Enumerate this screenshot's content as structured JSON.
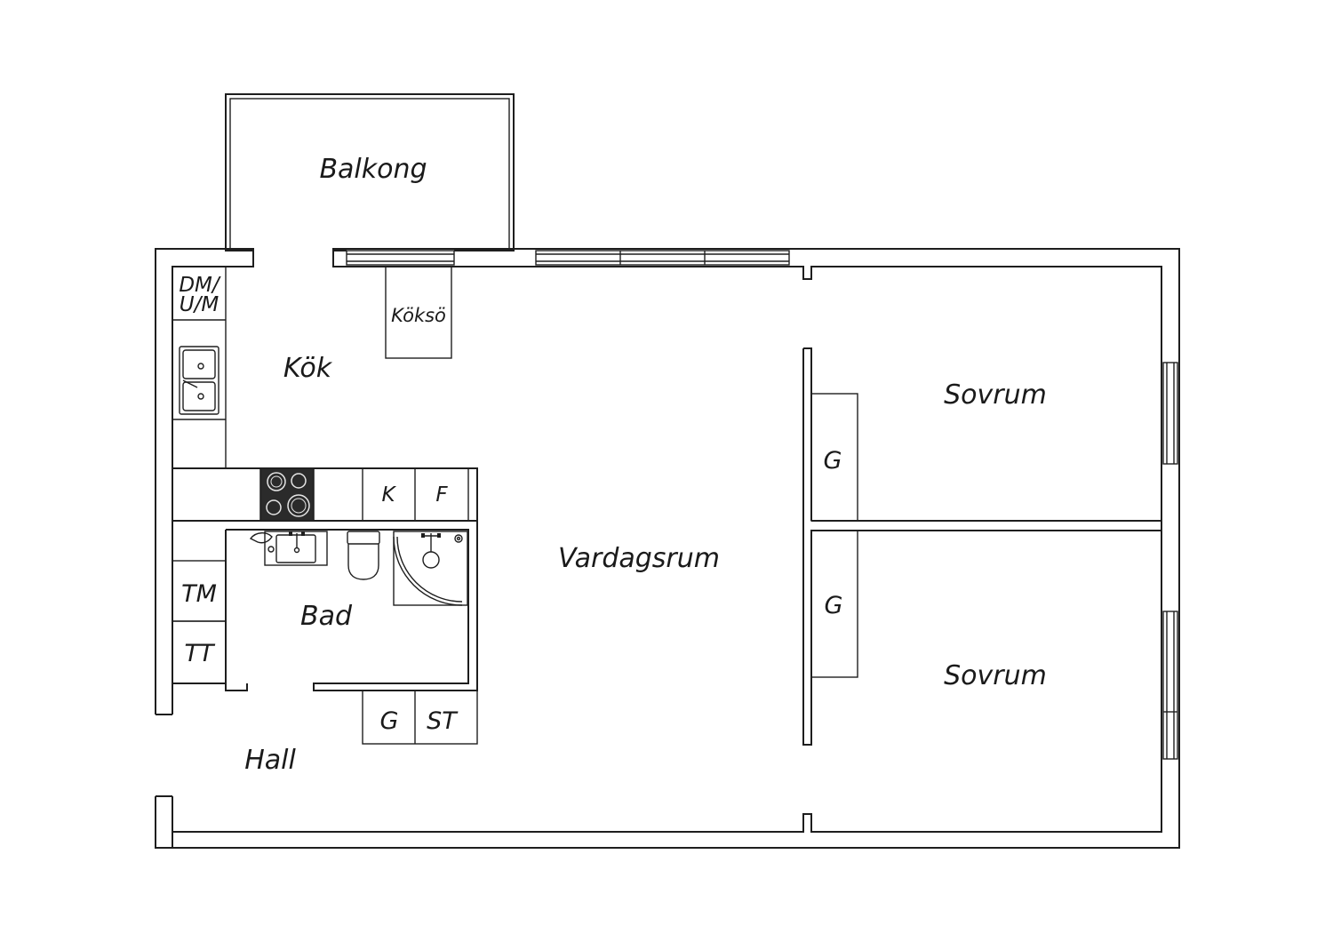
{
  "plan": {
    "rooms": {
      "balkong": "Balkong",
      "kok": "Kök",
      "koksö": "Köksö",
      "vardagsrum": "Vardagsrum",
      "sovrum_1": "Sovrum",
      "sovrum_2": "Sovrum",
      "bad": "Bad",
      "hall": "Hall"
    },
    "fixtures": {
      "dm_line1": "DM/",
      "dm_line2": "U/M",
      "k": "K",
      "f": "F",
      "tm": "TM",
      "tt": "TT",
      "g_hall": "G",
      "st": "ST",
      "g_bed1": "G",
      "g_bed2": "G"
    }
  }
}
